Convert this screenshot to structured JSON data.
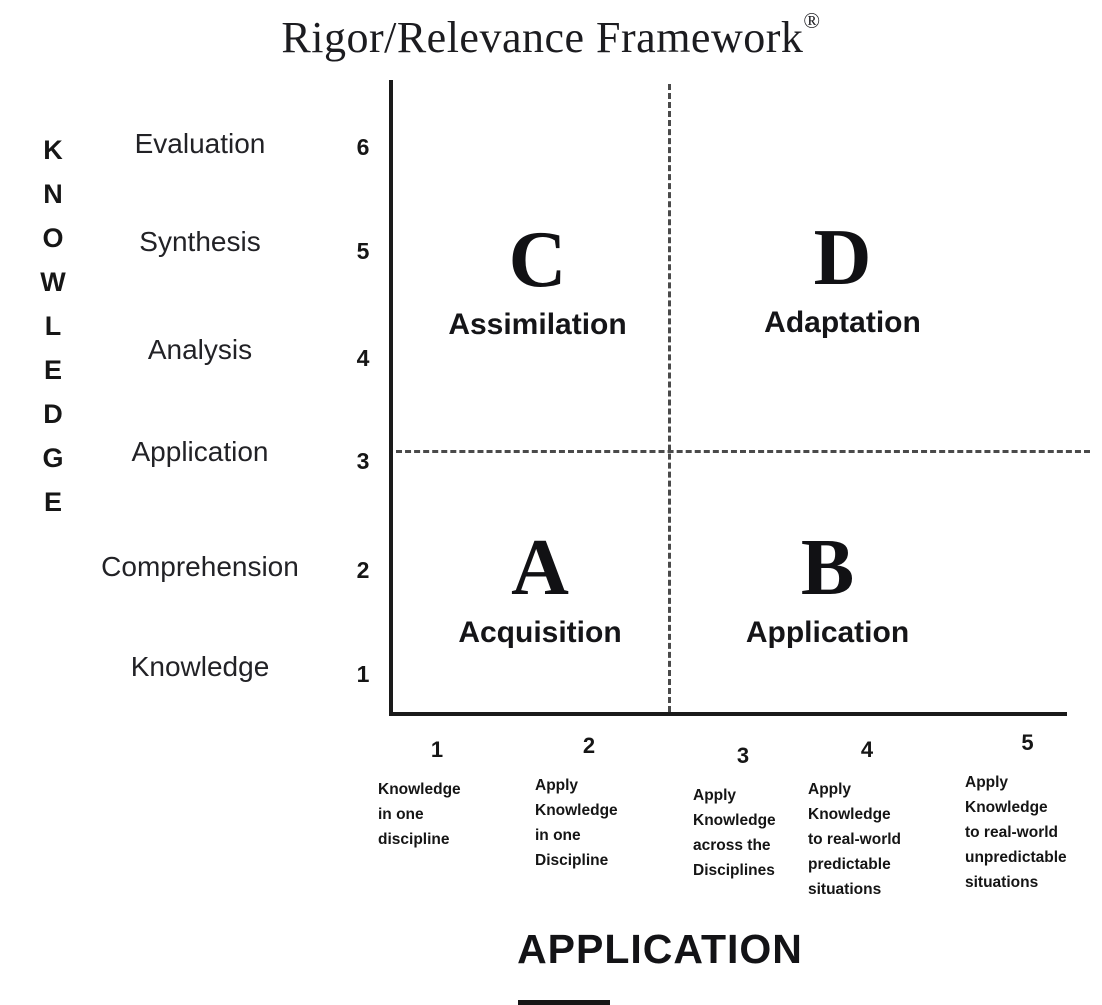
{
  "title": {
    "text": "Rigor/Relevance Framework",
    "registered_mark": "®"
  },
  "y_axis": {
    "vertical_label_letters": [
      "K",
      "N",
      "O",
      "W",
      "L",
      "E",
      "D",
      "G",
      "E"
    ],
    "levels": [
      {
        "label": "Evaluation",
        "value": "6"
      },
      {
        "label": "Synthesis",
        "value": "5"
      },
      {
        "label": "Analysis",
        "value": "4"
      },
      {
        "label": "Application",
        "value": "3"
      },
      {
        "label": "Comprehension",
        "value": "2"
      },
      {
        "label": "Knowledge",
        "value": "1"
      }
    ]
  },
  "quadrants": {
    "top_left": {
      "letter": "C",
      "name": "Assimilation"
    },
    "top_right": {
      "letter": "D",
      "name": "Adaptation"
    },
    "bottom_left": {
      "letter": "A",
      "name": "Acquisition"
    },
    "bottom_right": {
      "letter": "B",
      "name": "Application"
    }
  },
  "x_axis": {
    "label": "APPLICATION",
    "levels": [
      {
        "value": "1",
        "description": "Knowledge\nin one\ndiscipline"
      },
      {
        "value": "2",
        "description": "Apply\nKnowledge\nin one\nDiscipline"
      },
      {
        "value": "3",
        "description": "Apply\nKnowledge\nacross the\nDisciplines"
      },
      {
        "value": "4",
        "description": "Apply\nKnowledge\nto real-world\npredictable\nsituations"
      },
      {
        "value": "5",
        "description": "Apply\nKnowledge\nto real-world\nunpredictable\nsituations"
      }
    ]
  },
  "colors": {
    "ink": "#1a1a1a",
    "dash": "#4a4a4a",
    "background": "#ffffff"
  }
}
